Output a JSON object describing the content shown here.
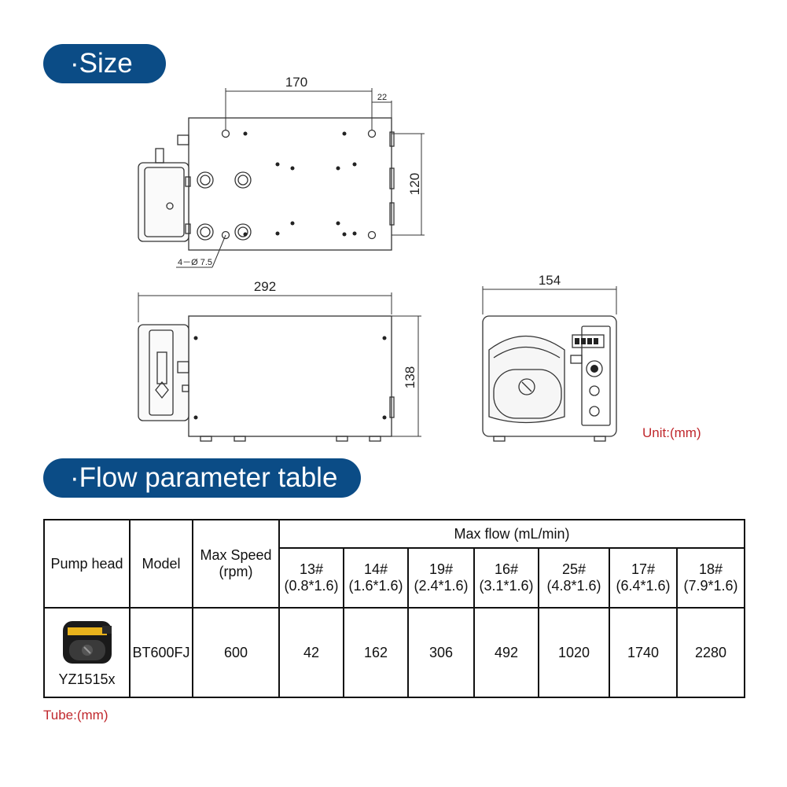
{
  "sections": {
    "size_title": "·Size",
    "flow_title": "·Flow parameter table"
  },
  "dimensions": {
    "top_width": "170",
    "top_offset": "22",
    "top_height": "120",
    "hole_spec": "4－Ø 7.5",
    "side_length": "292",
    "side_height": "138",
    "front_width": "154"
  },
  "unit_note": "Unit:(mm)",
  "tube_note": "Tube:(mm)",
  "table": {
    "headers": {
      "pump_head": "Pump head",
      "model": "Model",
      "max_speed": "Max Speed",
      "max_speed_unit": "(rpm)",
      "max_flow": "Max flow (mL/min)"
    },
    "tubes": [
      {
        "size": "13#",
        "dim": "(0.8*1.6)"
      },
      {
        "size": "14#",
        "dim": "(1.6*1.6)"
      },
      {
        "size": "19#",
        "dim": "(2.4*1.6)"
      },
      {
        "size": "16#",
        "dim": "(3.1*1.6)"
      },
      {
        "size": "25#",
        "dim": "(4.8*1.6)"
      },
      {
        "size": "17#",
        "dim": "(6.4*1.6)"
      },
      {
        "size": "18#",
        "dim": "(7.9*1.6)"
      }
    ],
    "row": {
      "pump_head": "YZ1515x",
      "model": "BT600FJ",
      "max_speed": "600",
      "flows": [
        "42",
        "162",
        "306",
        "492",
        "1020",
        "1740",
        "2280"
      ]
    }
  },
  "colors": {
    "pill": "#0b4c86",
    "note": "#c0282d"
  }
}
